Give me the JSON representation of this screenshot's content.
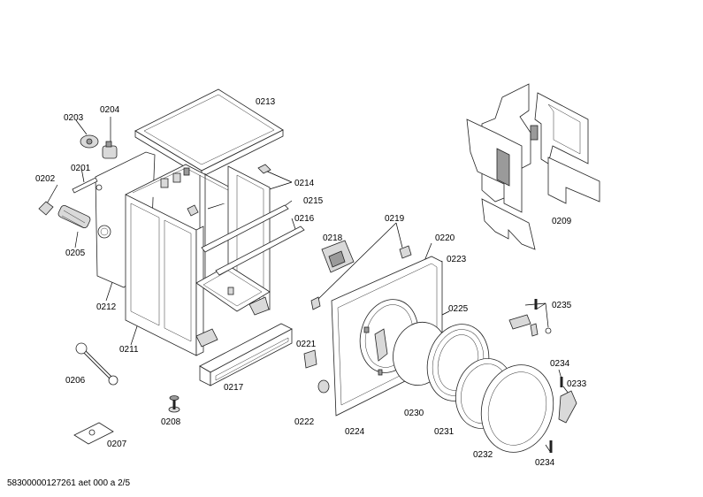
{
  "footer": "58300000127261 aet 000 a 2/5",
  "labels": {
    "p0201": "0201",
    "p0202": "0202",
    "p0203": "0203",
    "p0204": "0204",
    "p0205": "0205",
    "p0206": "0206",
    "p0207": "0207",
    "p0208": "0208",
    "p0209": "0209",
    "p0211": "0211",
    "p0212": "0212",
    "p0213": "0213",
    "p0214": "0214",
    "p0215": "0215",
    "p0216": "0216",
    "p0217": "0217",
    "p0218": "0218",
    "p0219": "0219",
    "p0220": "0220",
    "p0221": "0221",
    "p0222": "0222",
    "p0223": "0223",
    "p0224": "0224",
    "p0225": "0225",
    "p0230": "0230",
    "p0231": "0231",
    "p0232": "0232",
    "p0233": "0233",
    "p0234a": "0234",
    "p0234b": "0234",
    "p0235": "0235"
  }
}
